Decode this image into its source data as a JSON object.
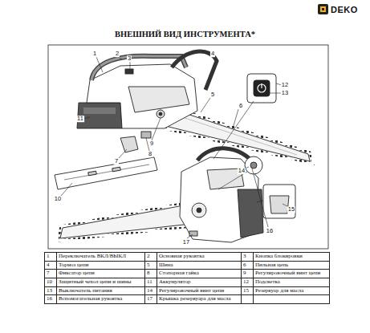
{
  "diagram": {
    "title": "ВНЕШНИЙ ВИД ИНСТРУМЕНТА*",
    "labels": [
      "DEKO",
      "1",
      "2",
      "3",
      "4",
      "5",
      "6",
      "11",
      "9",
      "8",
      "7",
      "10",
      "12",
      "13",
      "14",
      "15",
      "16",
      "17",
      "1",
      "Переключатель ВКЛ/ВЫКЛ",
      "2",
      "Основная рукоятка",
      "3",
      "Кнопка блокировки",
      "4",
      "Тормоз цепи",
      "5",
      "Шина",
      "6",
      "Пильная цепь",
      "7",
      "Фиксатор цепи",
      "8",
      "Стопорная гайка",
      "9",
      "Регулировочный винт цепи",
      "10",
      "Защитный чехол цепи и шины",
      "11",
      "Аккумулятор",
      "12",
      "Подсветка",
      "13",
      "Выключатель питания",
      "14",
      "Регулировочный винт цепи",
      "15",
      "Резервуар для масла",
      "16",
      "Вспомогательная рукоятка",
      "17",
      "Крышка резервуара для масла"
    ]
  }
}
